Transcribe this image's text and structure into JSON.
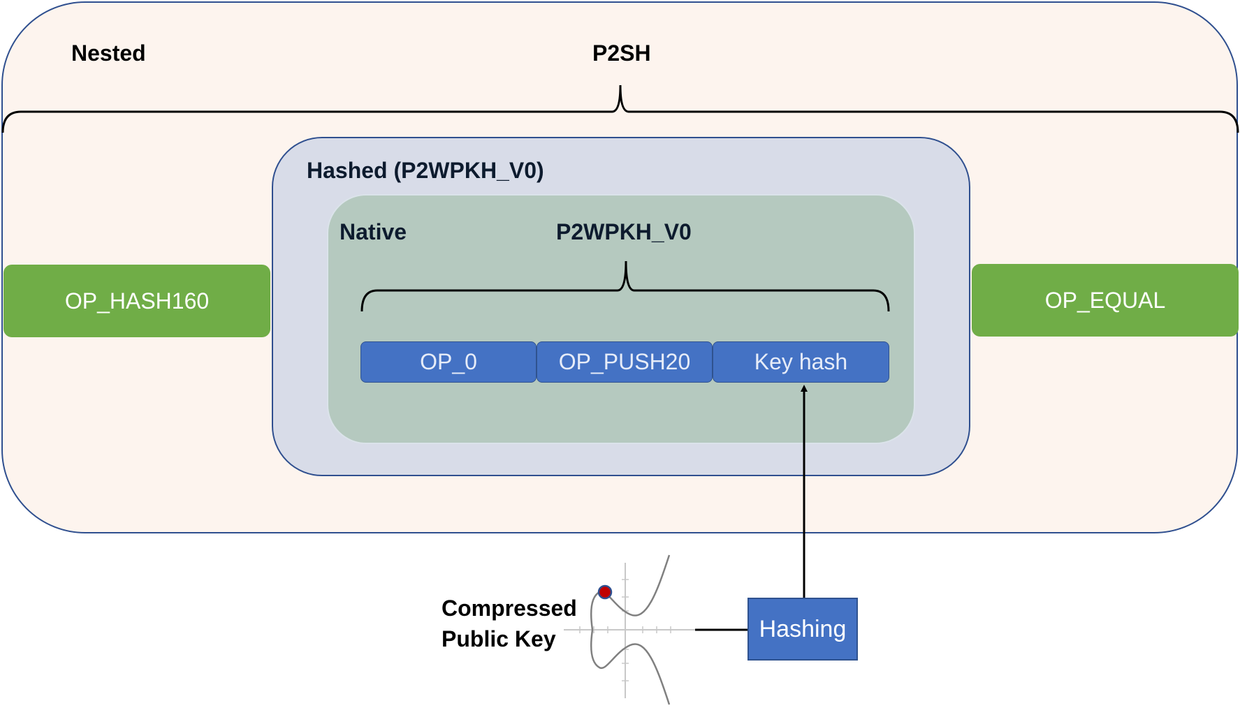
{
  "nested": {
    "label": "Nested",
    "type_label": "P2SH"
  },
  "hashed": {
    "label": "Hashed (P2WPKH_V0)"
  },
  "native": {
    "label": "Native",
    "type_label": "P2WPKH_V0"
  },
  "outer_ops": {
    "left": "OP_HASH160",
    "right": "OP_EQUAL"
  },
  "script_cells": [
    "OP_0",
    "OP_PUSH20",
    "Key hash"
  ],
  "hashing": {
    "label": "Hashing"
  },
  "pubkey": {
    "line1": "Compressed",
    "line2": "Public Key"
  },
  "colors": {
    "outer_fill": "#fdf4ee",
    "hashed_fill": "#d8dce8",
    "native_fill": "#b5c9bf",
    "op_green": "#70ad47",
    "cell_blue": "#4472c4",
    "border_navy": "#2f4f8f",
    "point_red": "#c00000"
  }
}
